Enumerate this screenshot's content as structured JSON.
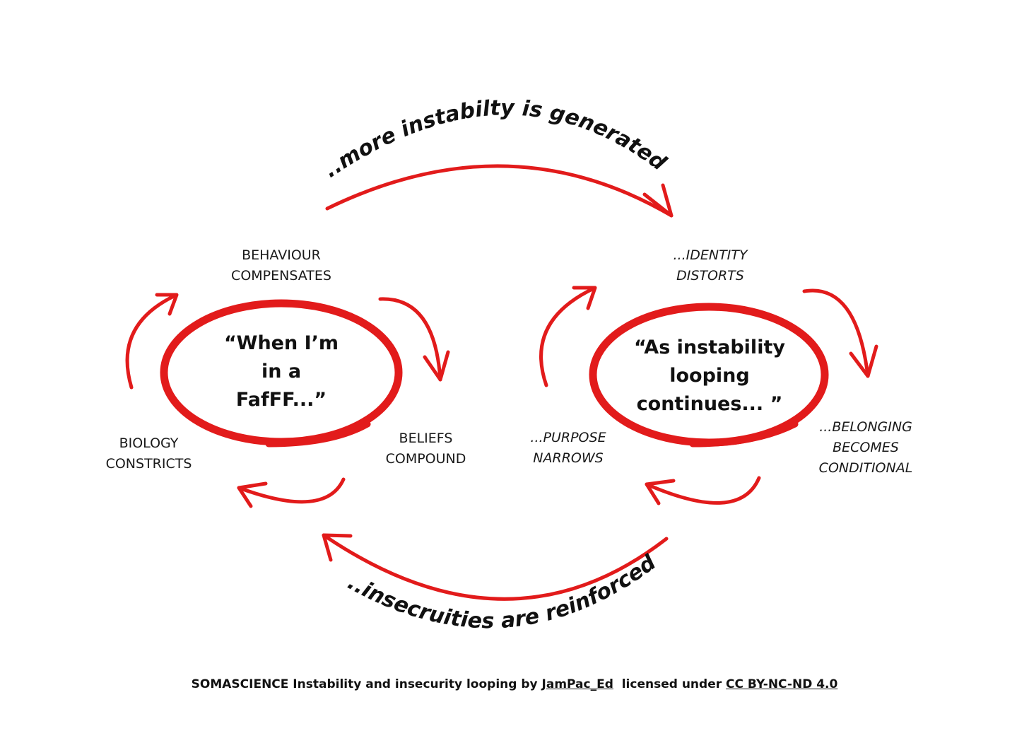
{
  "colors": {
    "accent": "#e21b1b",
    "text": "#111111"
  },
  "top_arc_text": "...more instabilty is generated.",
  "bottom_arc_text": "...insecruities are reinforced.",
  "left_loop": {
    "quote_lines": [
      "“When I’m",
      "in a",
      "FafFF...”"
    ],
    "labels": {
      "behaviour": [
        "BEHAVIOUR",
        "COMPENSATES"
      ],
      "beliefs": [
        "BELIEFS",
        "COMPOUND"
      ],
      "biology": [
        "BIOLOGY",
        "CONSTRICTS"
      ]
    }
  },
  "right_loop": {
    "quote_lines": [
      "“As instability",
      "looping",
      "continues... ”"
    ],
    "labels": {
      "identity": [
        "...IDENTITY",
        "DISTORTS"
      ],
      "belonging": [
        "...BELONGING",
        "BECOMES",
        "CONDITIONAL"
      ],
      "purpose": [
        "...PURPOSE",
        "NARROWS"
      ]
    }
  },
  "footer": {
    "prefix": "SOMASCIENCE Instability and insecurity looping by ",
    "author": "JamPac_Ed",
    "middle": "  licensed under ",
    "license": "CC BY-NC-ND 4.0"
  }
}
